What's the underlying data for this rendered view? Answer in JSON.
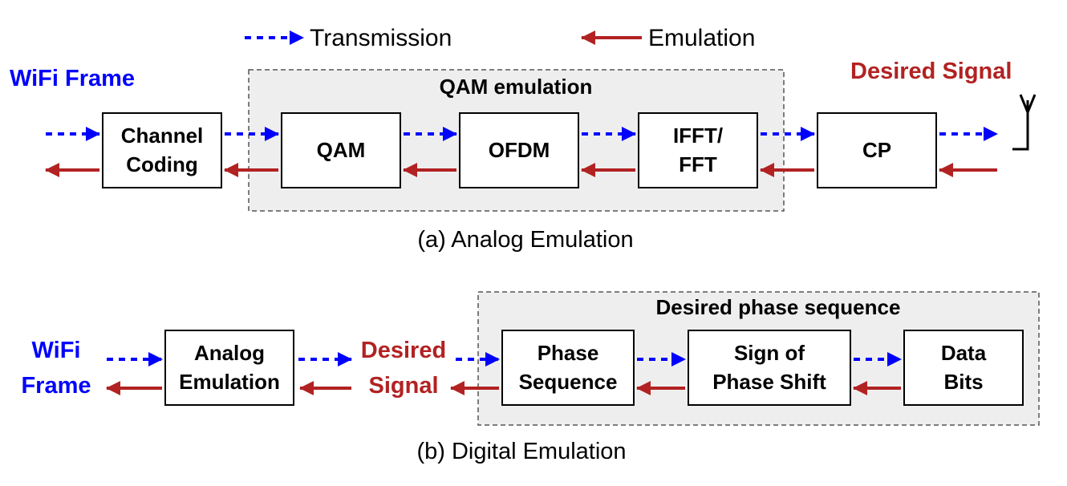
{
  "legend": {
    "transmission": "Transmission",
    "emulation": "Emulation"
  },
  "colors": {
    "transmission": "#0000ff",
    "emulation": "#b22222",
    "group_fill": "#eeeeee"
  },
  "analog": {
    "input_label": "WiFi Frame",
    "output_label": "Desired Signal",
    "group_title": "QAM emulation",
    "caption": "(a) Analog Emulation",
    "blocks": [
      {
        "line1": "Channel",
        "line2": "Coding"
      },
      {
        "line1": "QAM",
        "line2": ""
      },
      {
        "line1": "OFDM",
        "line2": ""
      },
      {
        "line1": "IFFT/",
        "line2": "FFT"
      },
      {
        "line1": "CP",
        "line2": ""
      }
    ]
  },
  "digital": {
    "input_line1": "WiFi",
    "input_line2": "Frame",
    "mid_line1": "Desired",
    "mid_line2": "Signal",
    "group_title": "Desired phase sequence",
    "caption": "(b) Digital Emulation",
    "blocks": [
      {
        "line1": "Analog",
        "line2": "Emulation"
      },
      {
        "line1": "Phase",
        "line2": "Sequence"
      },
      {
        "line1": "Sign of",
        "line2": "Phase Shift"
      },
      {
        "line1": "Data",
        "line2": "Bits"
      }
    ]
  }
}
